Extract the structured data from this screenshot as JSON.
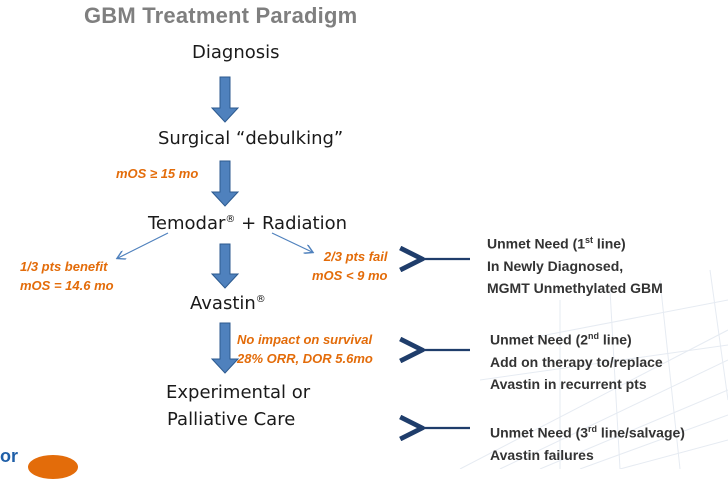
{
  "title": "GBM Treatment Paradigm",
  "steps": {
    "diagnosis": "Diagnosis",
    "surgery": "Surgical “debulking”",
    "temodar": "Temodar",
    "temodar_mark": "®",
    "temodar_rest": " + Radiation",
    "avastin": "Avastin",
    "avastin_mark": "®",
    "experimental_1": "Experimental or",
    "experimental_2": "Palliative Care"
  },
  "annotations": {
    "mos_surgery": "mOS ≥ 15 mo",
    "benefit_1": "1/3 pts benefit",
    "benefit_2": "mOS = 14.6 mo",
    "fail_1": "2/3 pts fail",
    "fail_2": "mOS < 9 mo",
    "avastin_1": "No impact on survival",
    "avastin_2": "28% ORR, DOR 5.6mo"
  },
  "needs": {
    "first": {
      "prefix": "Unmet Need (1",
      "sup": "st",
      "suffix": " line)",
      "line2": "In Newly Diagnosed,",
      "line3": "MGMT Unmethylated GBM"
    },
    "second": {
      "prefix": "Unmet Need (2",
      "sup": "nd",
      "suffix": " line)",
      "line2": "Add on therapy to/replace",
      "line3": "Avastin in recurrent pts"
    },
    "third": {
      "prefix": "Unmet Need (3",
      "sup": "rd",
      "suffix": " line/salvage)",
      "line2": "Avastin failures"
    }
  },
  "logo_text": "or",
  "colors": {
    "arrow_fill": "#4f81bd",
    "arrow_stroke": "#2c5a8f",
    "annotation": "#e36c0a",
    "need_arrow": "#1f3d6b"
  }
}
